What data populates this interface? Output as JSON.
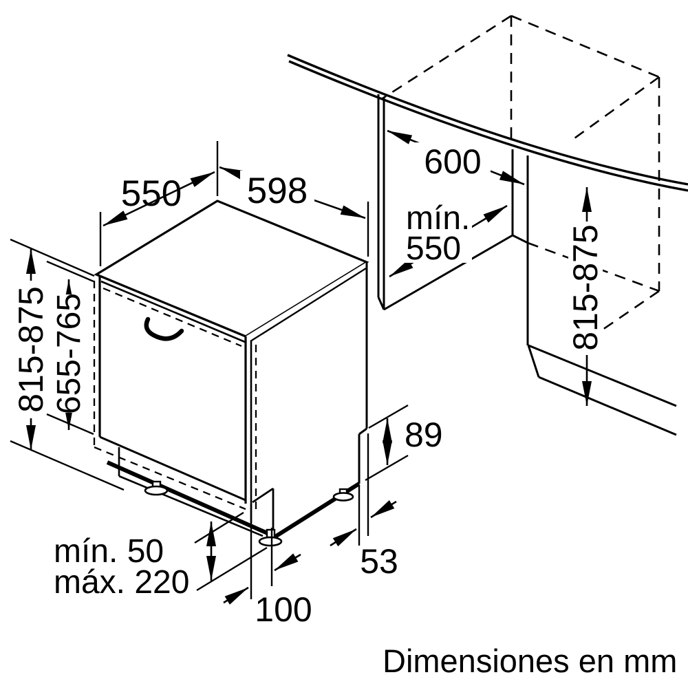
{
  "diagram": {
    "footer": "Dimensiones en mm",
    "labels": {
      "top_depth": "550",
      "top_width": "598",
      "niche_width": "600",
      "niche_depth_prefix": "mín.",
      "niche_depth_value": "550",
      "niche_height": "815-875",
      "appliance_height": "815-875",
      "door_panel_height": "655-765",
      "rear_step_height": "89",
      "rear_step_depth": "53",
      "plinth_min": "mín. 50",
      "plinth_max": "máx. 220",
      "foot_inset": "100"
    },
    "line_color": "#000000",
    "background": "#ffffff"
  }
}
